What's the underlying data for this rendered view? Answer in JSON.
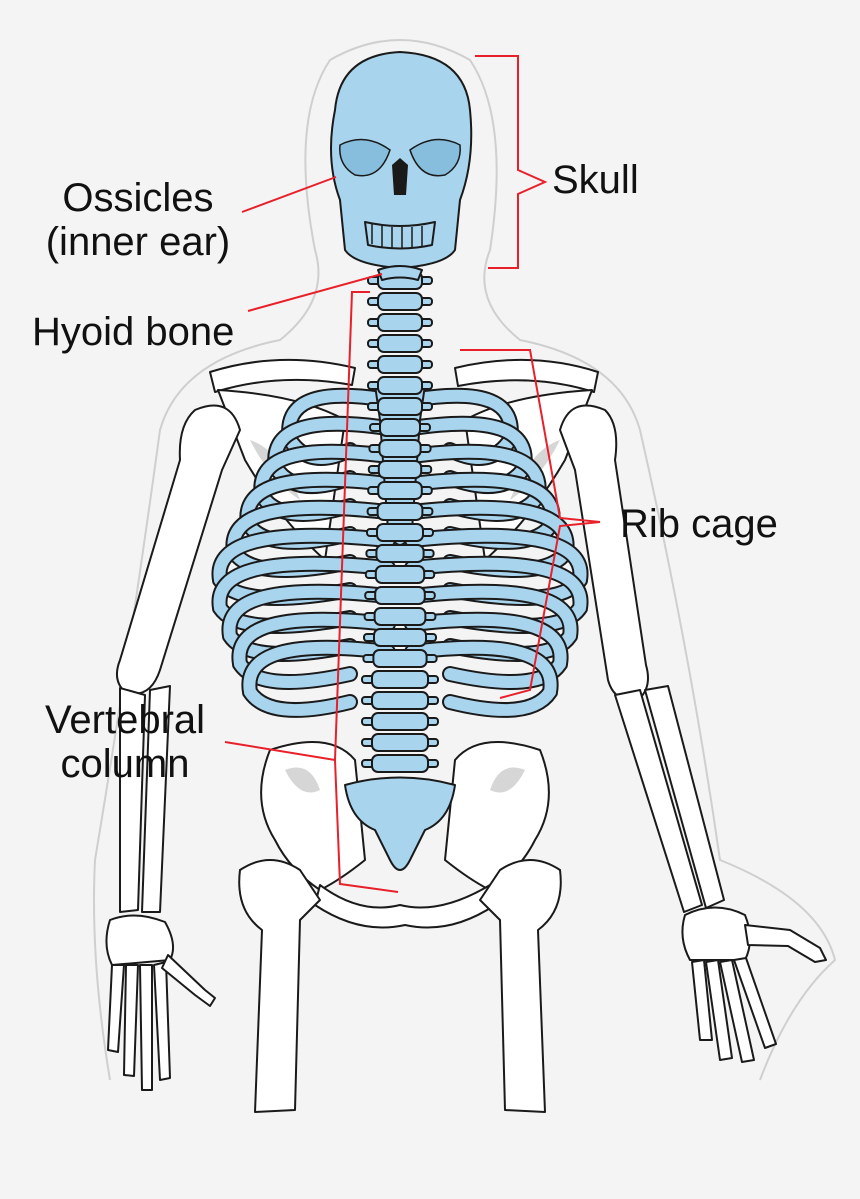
{
  "labels": {
    "skull": "Skull",
    "ossicles_line1": "Ossicles",
    "ossicles_line2": "(inner ear)",
    "hyoid": "Hyoid bone",
    "rib_cage": "Rib cage",
    "vertebral_line1": "Vertebral",
    "vertebral_line2": "column"
  },
  "colors": {
    "background": "#f4f4f4",
    "axial_skeleton": "#a9d4ee",
    "appendicular_skeleton": "#ffffff",
    "leader_lines": "#e8202a",
    "text": "#111111"
  }
}
